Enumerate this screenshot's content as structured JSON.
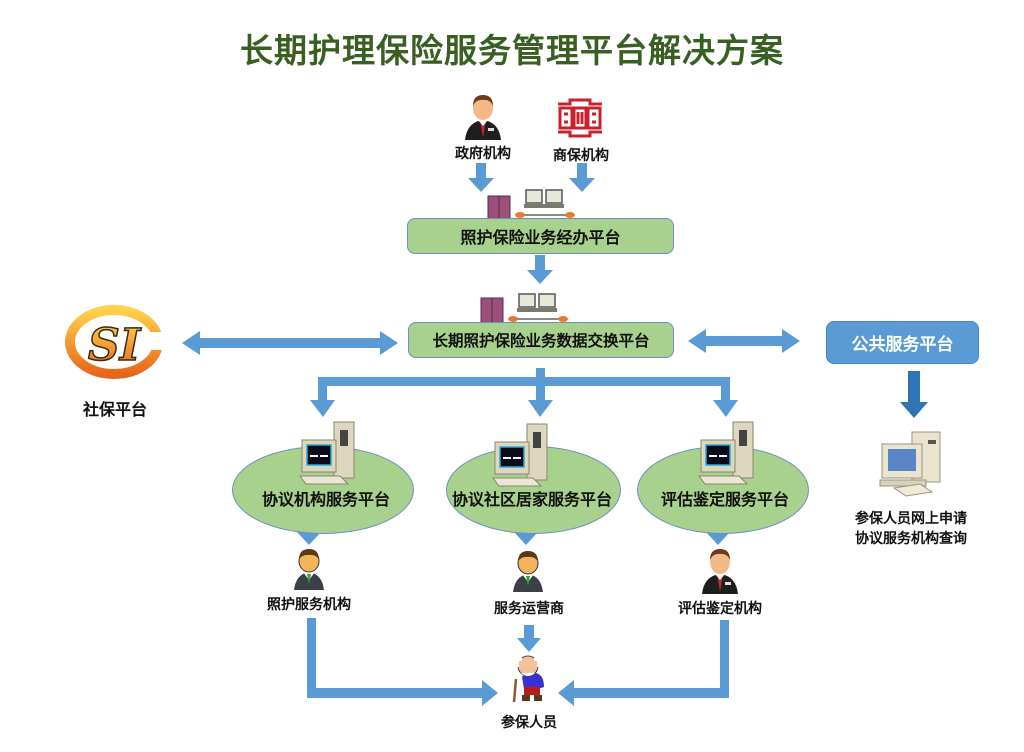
{
  "title": "长期护理保险服务管理平台解决方案",
  "colors": {
    "title": "#3a5f22",
    "arrow": "#5b9bd5",
    "arrow_dark": "#2e75b6",
    "platform_fill": "#a9d18e",
    "public_platform_fill": "#5b9bd5"
  },
  "top_actors": {
    "government": {
      "label": "政府机构",
      "icon": "businessman-icon"
    },
    "commercial_insurance": {
      "label": "商保机构",
      "icon": "chinese-pattern-logo-icon"
    }
  },
  "platforms": {
    "business_handling": {
      "label": "照护保险业务经办平台",
      "icon": "server-network-icon"
    },
    "data_exchange": {
      "label": "长期照护保险业务数据交换平台",
      "icon": "server-network-icon"
    },
    "social_security": {
      "label": "社保平台",
      "icon": "si-logo-icon"
    },
    "public_service": {
      "label": "公共服务平台"
    }
  },
  "service_platforms": [
    {
      "label": "协议机构服务平台",
      "icon": "desktop-computer-icon"
    },
    {
      "label": "协议社区居家服务平台",
      "icon": "desktop-computer-icon"
    },
    {
      "label": "评估鉴定服务平台",
      "icon": "desktop-computer-icon"
    }
  ],
  "service_providers": [
    {
      "label": "照护服务机构",
      "icon": "staff-person-icon"
    },
    {
      "label": "服务运营商",
      "icon": "staff-person-icon"
    },
    {
      "label": "评估鉴定机构",
      "icon": "businessman-icon"
    }
  ],
  "insured": {
    "label": "参保人员",
    "icon": "elderly-person-icon"
  },
  "public_terminal": {
    "lines": [
      "参保人员网上申请",
      "协议服务机构查询"
    ],
    "icon": "desktop-computer-icon"
  }
}
